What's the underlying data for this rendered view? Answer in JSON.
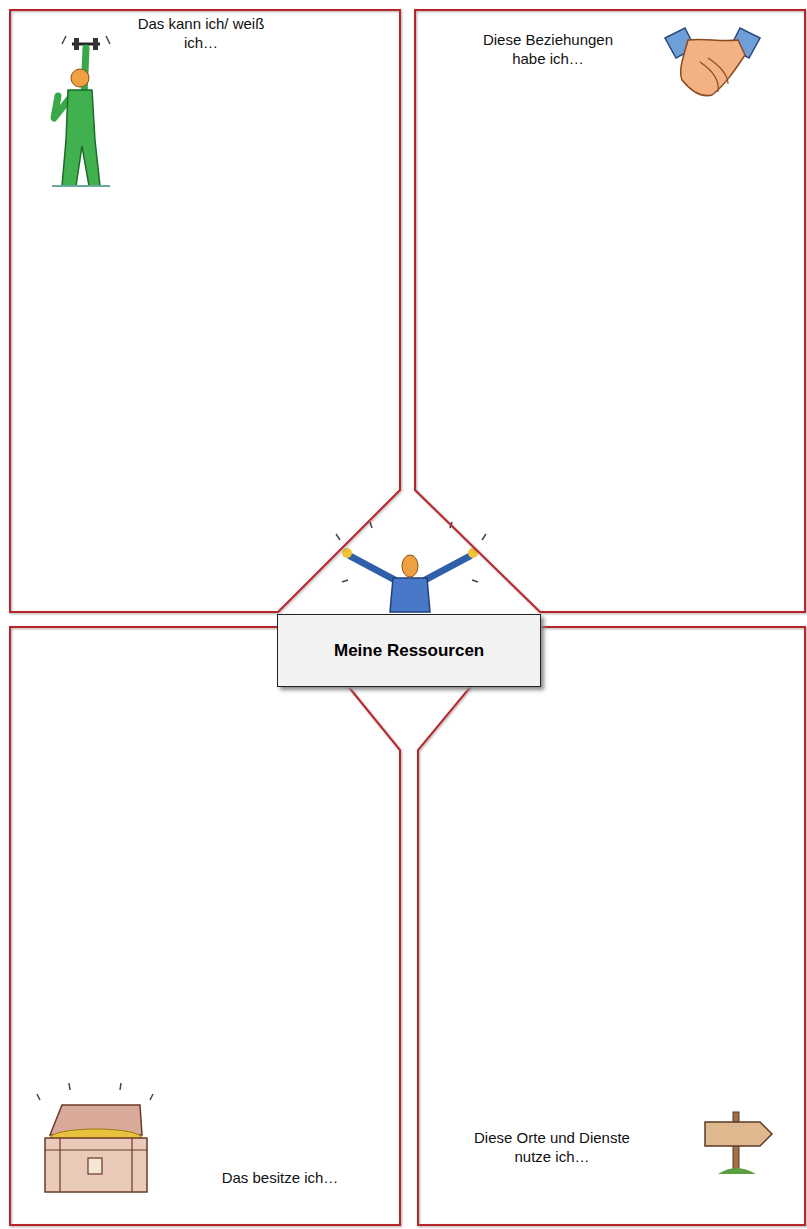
{
  "diagram": {
    "title": "Meine Ressourcen",
    "nodes": [
      {
        "text": [
          "Das kann ich/ weiß ich…"
        ]
      },
      {
        "text": [
          "Diese Beziehungen habe ich…"
        ]
      },
      {
        "text": [
          "Meine Ressourcen"
        ]
      },
      {
        "text": [
          "Das besitze ich…"
        ]
      },
      {
        "text": [
          "Diese Orte und Dienste nutze ich…"
        ]
      }
    ]
  }
}
